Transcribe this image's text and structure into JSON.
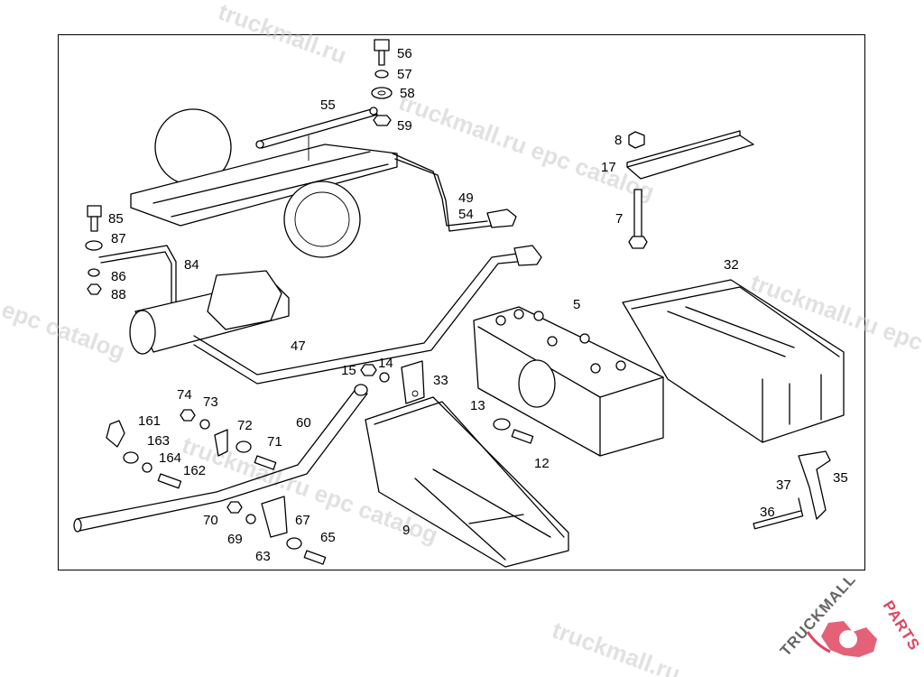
{
  "watermark": {
    "text_a": "truckmall.ru epc catalog",
    "text_b": "epc catalog",
    "text_c": "truckmall.ru"
  },
  "logo": {
    "brand_dark": "TRUCKMALL",
    "brand_accent": "PARTS",
    "accent_color": "#e0455f"
  },
  "part_labels": [
    {
      "id": "56",
      "text": "56"
    },
    {
      "id": "57",
      "text": "57"
    },
    {
      "id": "58",
      "text": "58"
    },
    {
      "id": "59",
      "text": "59"
    },
    {
      "id": "55",
      "text": "55"
    },
    {
      "id": "49",
      "text": "49"
    },
    {
      "id": "54",
      "text": "54"
    },
    {
      "id": "85",
      "text": "85"
    },
    {
      "id": "87",
      "text": "87"
    },
    {
      "id": "84",
      "text": "84"
    },
    {
      "id": "86",
      "text": "86"
    },
    {
      "id": "88",
      "text": "88"
    },
    {
      "id": "47",
      "text": "47"
    },
    {
      "id": "8",
      "text": "8"
    },
    {
      "id": "17",
      "text": "17"
    },
    {
      "id": "7",
      "text": "7"
    },
    {
      "id": "32",
      "text": "32"
    },
    {
      "id": "5",
      "text": "5"
    },
    {
      "id": "15",
      "text": "15"
    },
    {
      "id": "14",
      "text": "14"
    },
    {
      "id": "33",
      "text": "33"
    },
    {
      "id": "13",
      "text": "13"
    },
    {
      "id": "12",
      "text": "12"
    },
    {
      "id": "74",
      "text": "74"
    },
    {
      "id": "73",
      "text": "73"
    },
    {
      "id": "161",
      "text": "161"
    },
    {
      "id": "72",
      "text": "72"
    },
    {
      "id": "163",
      "text": "163"
    },
    {
      "id": "71",
      "text": "71"
    },
    {
      "id": "164",
      "text": "164"
    },
    {
      "id": "162",
      "text": "162"
    },
    {
      "id": "60",
      "text": "60"
    },
    {
      "id": "9",
      "text": "9"
    },
    {
      "id": "70",
      "text": "70"
    },
    {
      "id": "67",
      "text": "67"
    },
    {
      "id": "69",
      "text": "69"
    },
    {
      "id": "65",
      "text": "65"
    },
    {
      "id": "63",
      "text": "63"
    },
    {
      "id": "37",
      "text": "37"
    },
    {
      "id": "35",
      "text": "35"
    },
    {
      "id": "36",
      "text": "36"
    }
  ]
}
